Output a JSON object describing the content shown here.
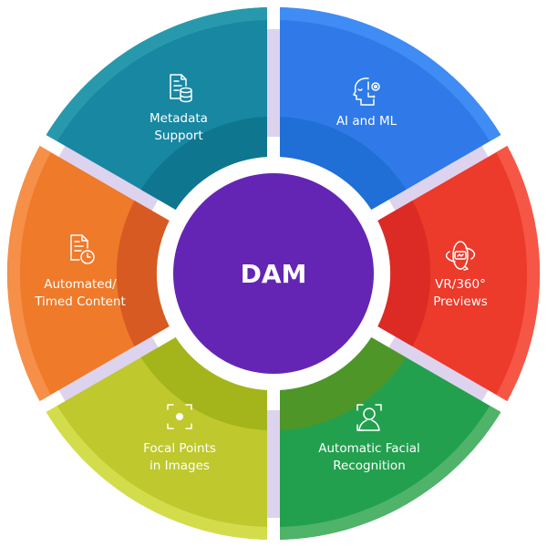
{
  "diagram": {
    "center": {
      "label": "DAM",
      "color": "#6425b4"
    },
    "connector_color": "#ddd3ee",
    "segments": [
      {
        "id": "ai-ml",
        "lines": [
          "AI and ML"
        ],
        "icon": "ai-head-gear-icon",
        "color": "#2f7ae8",
        "inner_shade": "#1f6fd6",
        "outer_tint": "#3f8cf5"
      },
      {
        "id": "vr-previews",
        "lines": [
          "VR/360°",
          "Previews"
        ],
        "icon": "vr-360-icon",
        "color": "#ec3a2b",
        "inner_shade": "#dc2a25",
        "outer_tint": "#f65646"
      },
      {
        "id": "facial-recognition",
        "lines": [
          "Automatic Facial",
          "Recognition"
        ],
        "icon": "face-scan-icon",
        "color": "#22a04e",
        "inner_shade": "#4e9628",
        "outer_tint": "#4fb36a"
      },
      {
        "id": "focal-points",
        "lines": [
          "Focal Points",
          "in Images"
        ],
        "icon": "focal-point-icon",
        "color": "#bfc82d",
        "inner_shade": "#a4b51c",
        "outer_tint": "#d3dd4c"
      },
      {
        "id": "automated-content",
        "lines": [
          "Automated/",
          "Timed Content"
        ],
        "icon": "document-clock-icon",
        "color": "#ef7a2a",
        "inner_shade": "#d65a22",
        "outer_tint": "#f68f48"
      },
      {
        "id": "metadata-support",
        "lines": [
          "Metadata",
          "Support"
        ],
        "icon": "document-database-icon",
        "color": "#1787a2",
        "inner_shade": "#0f7690",
        "outer_tint": "#2899ad"
      }
    ]
  }
}
